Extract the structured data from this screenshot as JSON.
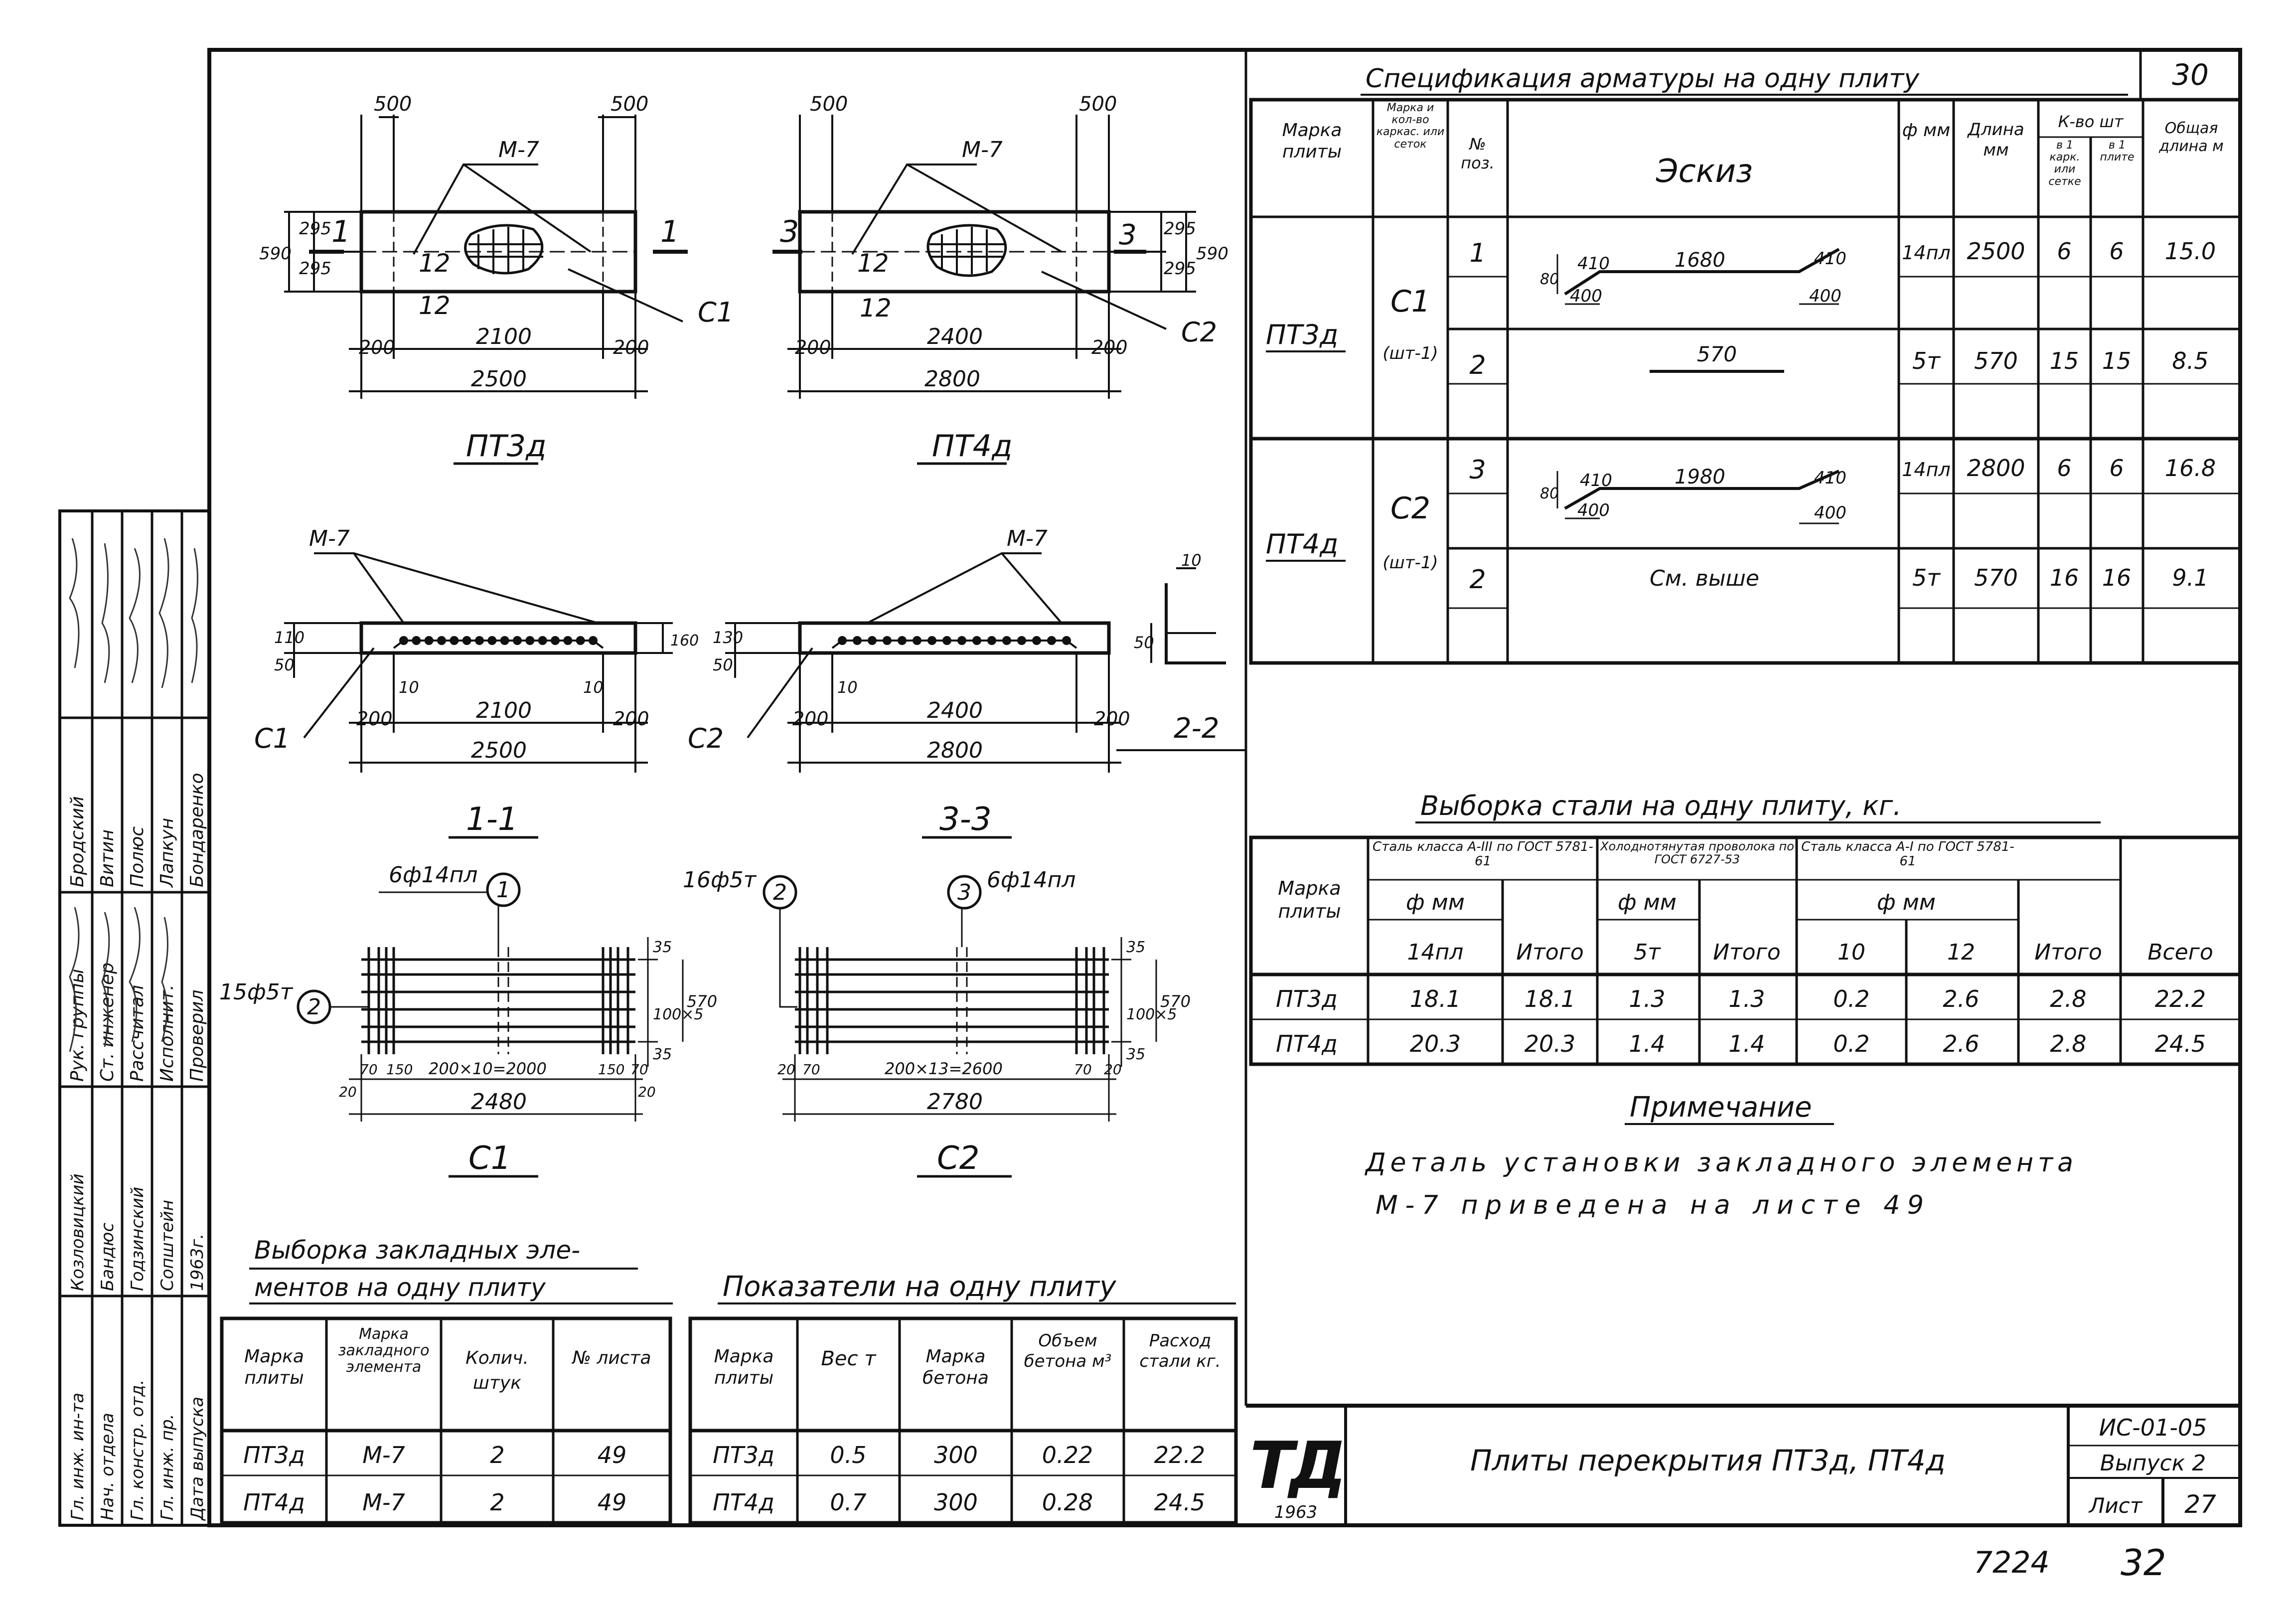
{
  "header": {
    "sheet_corner": "30"
  },
  "spec": {
    "title": "Спецификация арматуры на одну плиту",
    "headers": {
      "mark": "Марка плиты",
      "frames": "Марка и кол-во каркас. или сеток",
      "pos": "№ поз.",
      "sketch": "Эскиз",
      "dia": "ф мм",
      "length": "Длина мм",
      "qty": "К-во шт",
      "qty_frame": "в 1 карк. или сетке",
      "qty_slab": "в 1 плите",
      "total": "Общая длина м"
    },
    "groups": [
      {
        "mark": "ПТ3д",
        "frame": "С1",
        "frame_qty": "(шт-1)",
        "rows": [
          {
            "pos": "1",
            "dia": "14пл",
            "len": "2500",
            "q1": "6",
            "q2": "6",
            "total": "15.0",
            "sketch": {
              "h": "80",
              "a": "410",
              "mid": "1680",
              "b": "410",
              "c": "400",
              "d": "400"
            }
          },
          {
            "pos": "2",
            "dia": "5т",
            "len": "570",
            "q1": "15",
            "q2": "15",
            "total": "8.5",
            "sketch_text": "570"
          }
        ]
      },
      {
        "mark": "ПТ4д",
        "frame": "С2",
        "frame_qty": "(шт-1)",
        "rows": [
          {
            "pos": "3",
            "dia": "14пл",
            "len": "2800",
            "q1": "6",
            "q2": "6",
            "total": "16.8",
            "sketch": {
              "h": "80",
              "a": "410",
              "mid": "1980",
              "b": "410",
              "c": "400",
              "d": "400"
            }
          },
          {
            "pos": "2",
            "dia": "5т",
            "len": "570",
            "q1": "16",
            "q2": "16",
            "total": "9.1",
            "sketch_text": "См. выше"
          }
        ]
      }
    ]
  },
  "steel": {
    "title": "Выборка стали на одну плиту, кг.",
    "headers": {
      "mark": "Марка плиты",
      "c1": "Сталь класса А-III по ГОСТ 5781-61",
      "c2": "Холоднотянутая проволока по ГОСТ 6727-53",
      "c3": "Сталь класса А-I по ГОСТ 5781-61",
      "phi": "ф мм",
      "d14": "14пл",
      "d5": "5т",
      "d10": "10",
      "d12": "12",
      "itogo": "Итого",
      "vsego": "Всего"
    },
    "rows": [
      [
        "ПТ3д",
        "18.1",
        "18.1",
        "1.3",
        "1.3",
        "0.2",
        "2.6",
        "2.8",
        "22.2"
      ],
      [
        "ПТ4д",
        "20.3",
        "20.3",
        "1.4",
        "1.4",
        "0.2",
        "2.6",
        "2.8",
        "24.5"
      ]
    ]
  },
  "note": {
    "title": "Примечание",
    "line1": "Деталь установки закладного элемента",
    "line2": "М-7 приведена на листе 49"
  },
  "embedded": {
    "title1": "Выборка закладных эле-",
    "title2": "ментов на одну плиту",
    "headers": [
      "Марка плиты",
      "Марка закладного элемента",
      "Колич. штук",
      "№ листа"
    ],
    "rows": [
      [
        "ПТ3д",
        "М-7",
        "2",
        "49"
      ],
      [
        "ПТ4д",
        "М-7",
        "2",
        "49"
      ]
    ]
  },
  "indicators": {
    "title": "Показатели на одну плиту",
    "headers": [
      "Марка плиты",
      "Вес т",
      "Марка бетона",
      "Объем бетона м³",
      "Расход стали кг."
    ],
    "rows": [
      [
        "ПТ3д",
        "0.5",
        "300",
        "0.22",
        "22.2"
      ],
      [
        "ПТ4д",
        "0.7",
        "300",
        "0.28",
        "24.5"
      ]
    ]
  },
  "titleblock": {
    "logo": "ТД",
    "logo_year": "1963",
    "title": "Плиты перекрытия ПТ3д, ПТ4д",
    "code": "ИС-01-05",
    "issue": "Выпуск 2",
    "sheet_label": "Лист",
    "sheet_no": "27"
  },
  "stamp": {
    "roles": [
      "Рук. группы",
      "Ст. инженер",
      "Рассчитал",
      "Исполнит.",
      "Проверил"
    ],
    "names": [
      "Бродский",
      "Витин",
      "Полюс",
      "Лапкун",
      "Бондаренко"
    ],
    "roles2": [
      "Гл. инж. ин-та",
      "Нач. отдела",
      "Гл. констр. отд.",
      "Гл. инж. пр.",
      "Дата выпуска"
    ],
    "names2": [
      "Козловицкий",
      "Бандюс",
      "Годзинский",
      "Сопштейн",
      "1963г."
    ]
  },
  "bottom": {
    "num1": "7224",
    "num2": "32"
  },
  "drawings": {
    "pt3_plan": {
      "caption": "ПТ3д",
      "d500a": "500",
      "d500b": "500",
      "d295a": "295",
      "d295b": "295",
      "d590": "590",
      "m7": "М-7",
      "c1": "С1",
      "cut_left": "1",
      "cut_right": "1",
      "n12a": "12",
      "n12b": "12",
      "d200a": "200",
      "d2100": "2100",
      "d200b": "200",
      "d2500": "2500"
    },
    "pt4_plan": {
      "caption": "ПТ4д",
      "d500a": "500",
      "d500b": "500",
      "d295a": "295",
      "d295b": "295",
      "d590": "590",
      "m7": "М-7",
      "c2": "С2",
      "cut_left": "3",
      "cut_right": "3",
      "n12a": "12",
      "n12b": "12",
      "d200a": "200",
      "d2400": "2400",
      "d200b": "200",
      "d2800": "2800"
    },
    "sec11": {
      "caption": "1-1",
      "m7": "М-7",
      "c1": "С1",
      "d50": "50",
      "d110": "110",
      "d160": "160",
      "d10a": "10",
      "d10b": "10",
      "d200a": "200",
      "d2100": "2100",
      "d200b": "200",
      "d2500": "2500"
    },
    "sec33": {
      "caption": "3-3",
      "m7": "М-7",
      "c2": "С2",
      "d50": "50",
      "d130": "130",
      "d10": "10",
      "d200a": "200",
      "d2400": "2400",
      "d200b": "200",
      "d2800": "2800"
    },
    "sec22": {
      "caption": "2-2",
      "d10": "10",
      "d50": "50"
    },
    "c1": {
      "caption": "С1",
      "lab1": "6ф14пл",
      "lab2": "15ф5т",
      "n1": "1",
      "n2": "2",
      "d35a": "35",
      "d100": "100×5",
      "d35b": "35",
      "d570": "570",
      "d70a": "70",
      "d150a": "150",
      "d2000": "200×10=2000",
      "d150b": "150",
      "d70b": "70",
      "d20a": "20",
      "d20b": "20",
      "d2480": "2480"
    },
    "c2": {
      "caption": "С2",
      "lab1": "16ф5т",
      "lab2": "6ф14пл",
      "n2": "2",
      "n3": "3",
      "d35a": "35",
      "d100": "100×5",
      "d35b": "35",
      "d570": "570",
      "d20a": "20",
      "d70a": "70",
      "d2600": "200×13=2600",
      "d70b": "70",
      "d20b": "20",
      "d2780": "2780"
    }
  }
}
